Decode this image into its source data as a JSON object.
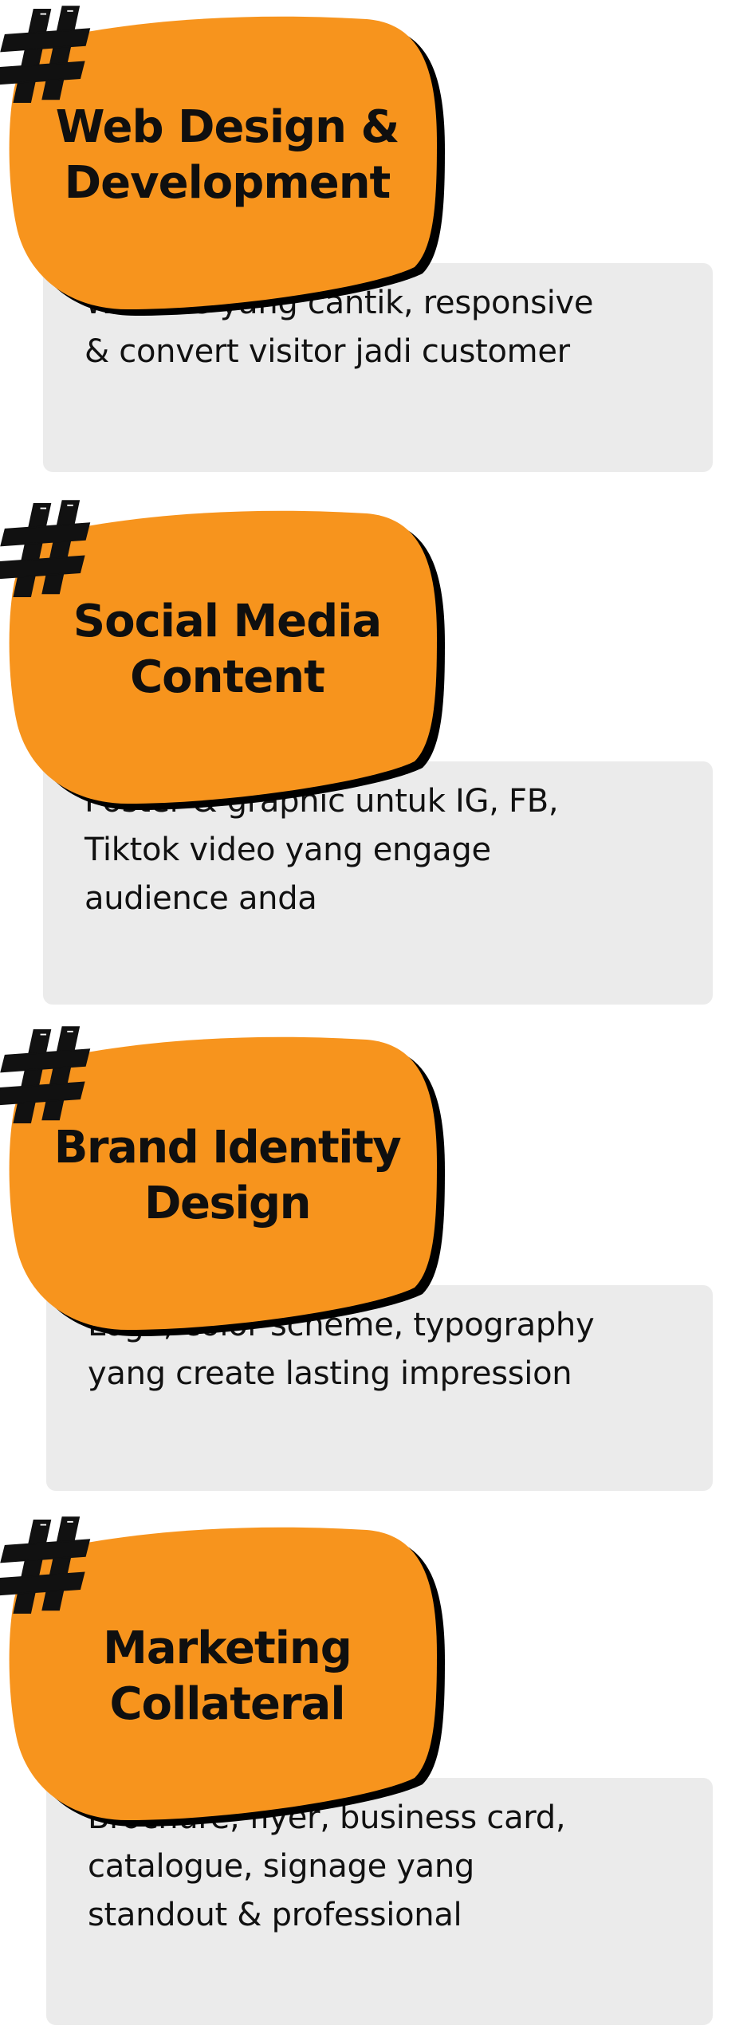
{
  "colors": {
    "accent": "#f7941d",
    "box": "#ebebeb",
    "text": "#111111"
  },
  "services": [
    {
      "icon": "hashtag-icon",
      "title": "Web Design &\nDevelopment",
      "description": "Website yang cantik, responsive\n& convert visitor jadi customer"
    },
    {
      "icon": "hashtag-icon",
      "title": "Social Media\nContent",
      "description": "Poster & graphic untuk IG, FB,\nTiktok video yang engage\naudience anda"
    },
    {
      "icon": "hashtag-icon",
      "title": "Brand Identity\nDesign",
      "description": "Logo, color scheme, typography\nyang create lasting impression"
    },
    {
      "icon": "hashtag-icon",
      "title": "Marketing\nCollateral",
      "description": "Brochure, flyer, business card,\ncatalogue, signage yang\nstandout & professional"
    }
  ]
}
